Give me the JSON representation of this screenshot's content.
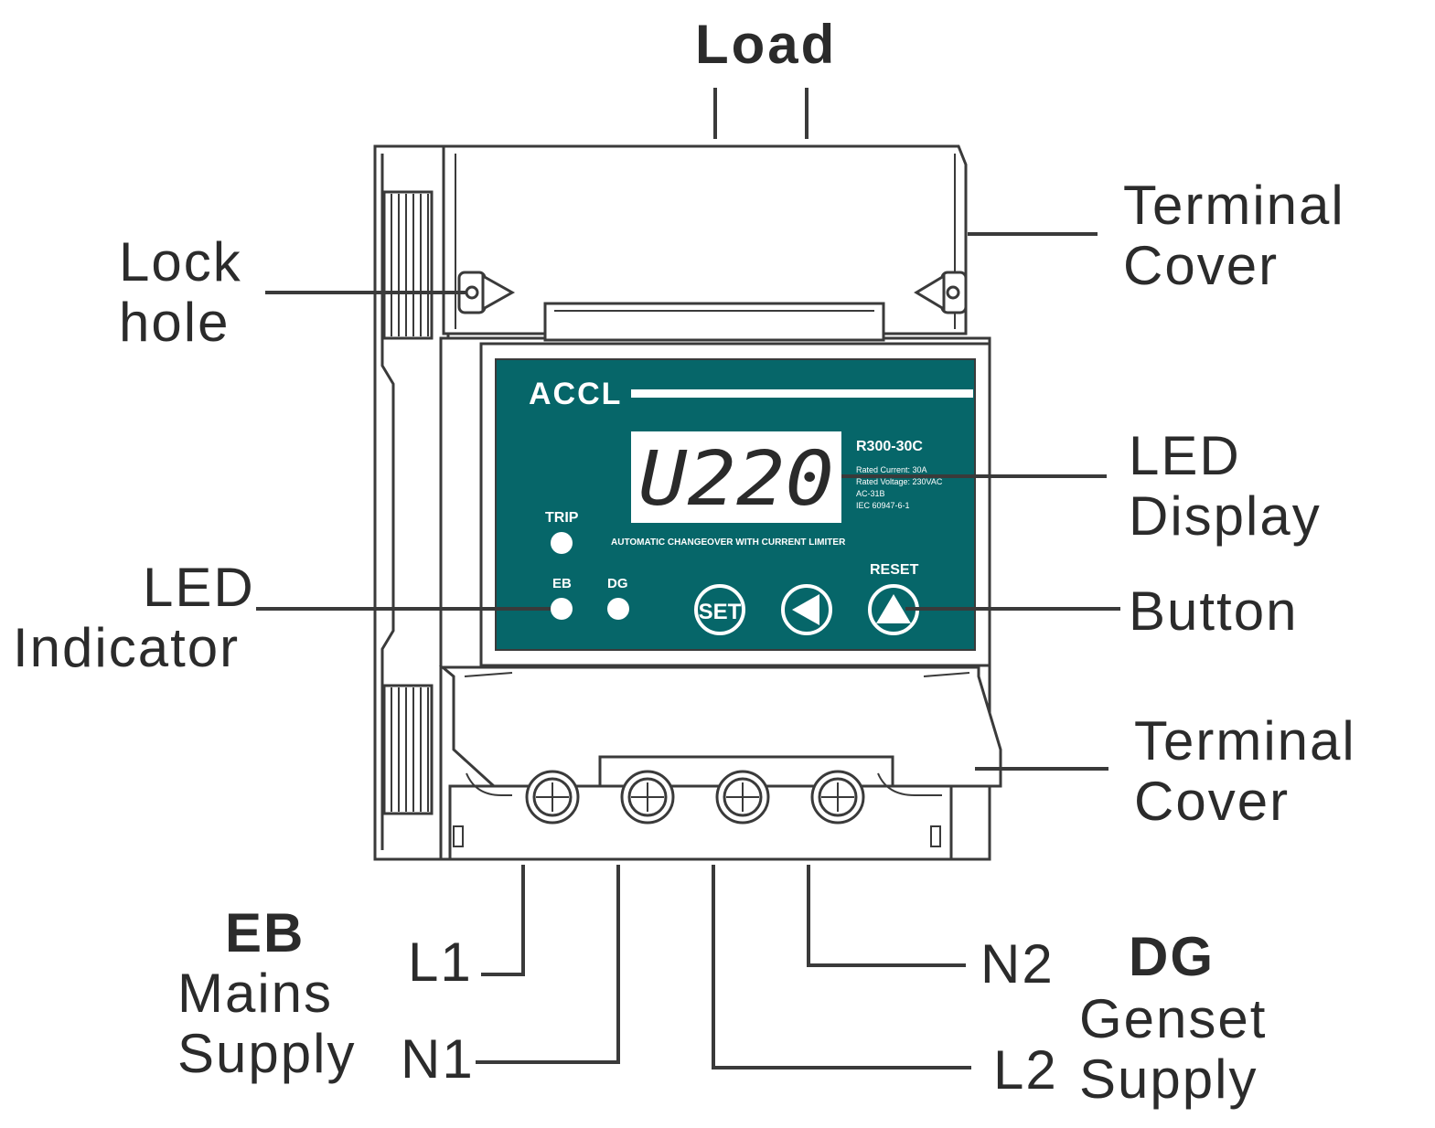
{
  "colors": {
    "panel": "#066669",
    "line": "#3a3a3a",
    "text": "#2b2b2b",
    "display_bg": "#ffffff",
    "display_digits": "#2a2a2a"
  },
  "callouts": {
    "load": "Load",
    "terminal_cover_top": [
      "Terminal",
      "Cover"
    ],
    "lock_hole": [
      "Lock",
      "hole"
    ],
    "led_display": [
      "LED",
      "Display"
    ],
    "led_indicator": [
      "LED",
      "Indicator"
    ],
    "button": "Button",
    "terminal_cover_bottom": [
      "Terminal",
      "Cover"
    ],
    "eb_title": "EB",
    "eb_desc": [
      "Mains",
      "Supply"
    ],
    "dg_title": "DG",
    "dg_desc": [
      "Genset",
      "Supply"
    ],
    "l1": "L1",
    "n1": "N1",
    "n2": "N2",
    "l2": "L2"
  },
  "panel": {
    "brand": "ACCL",
    "display_value": "U220",
    "model": "R300-30C",
    "specs": [
      "Rated Current: 30A",
      "Rated Voltage: 230VAC",
      "AC-31B",
      "IEC 60947-6-1"
    ],
    "tagline": "AUTOMATIC CHANGEOVER WITH CURRENT LIMITER",
    "trip_label": "TRIP",
    "eb_label": "EB",
    "dg_label": "DG",
    "set_label": "SET",
    "reset_label": "RESET",
    "left_button_icon": "left-arrow-icon",
    "reset_button_icon": "up-arrow-icon"
  }
}
